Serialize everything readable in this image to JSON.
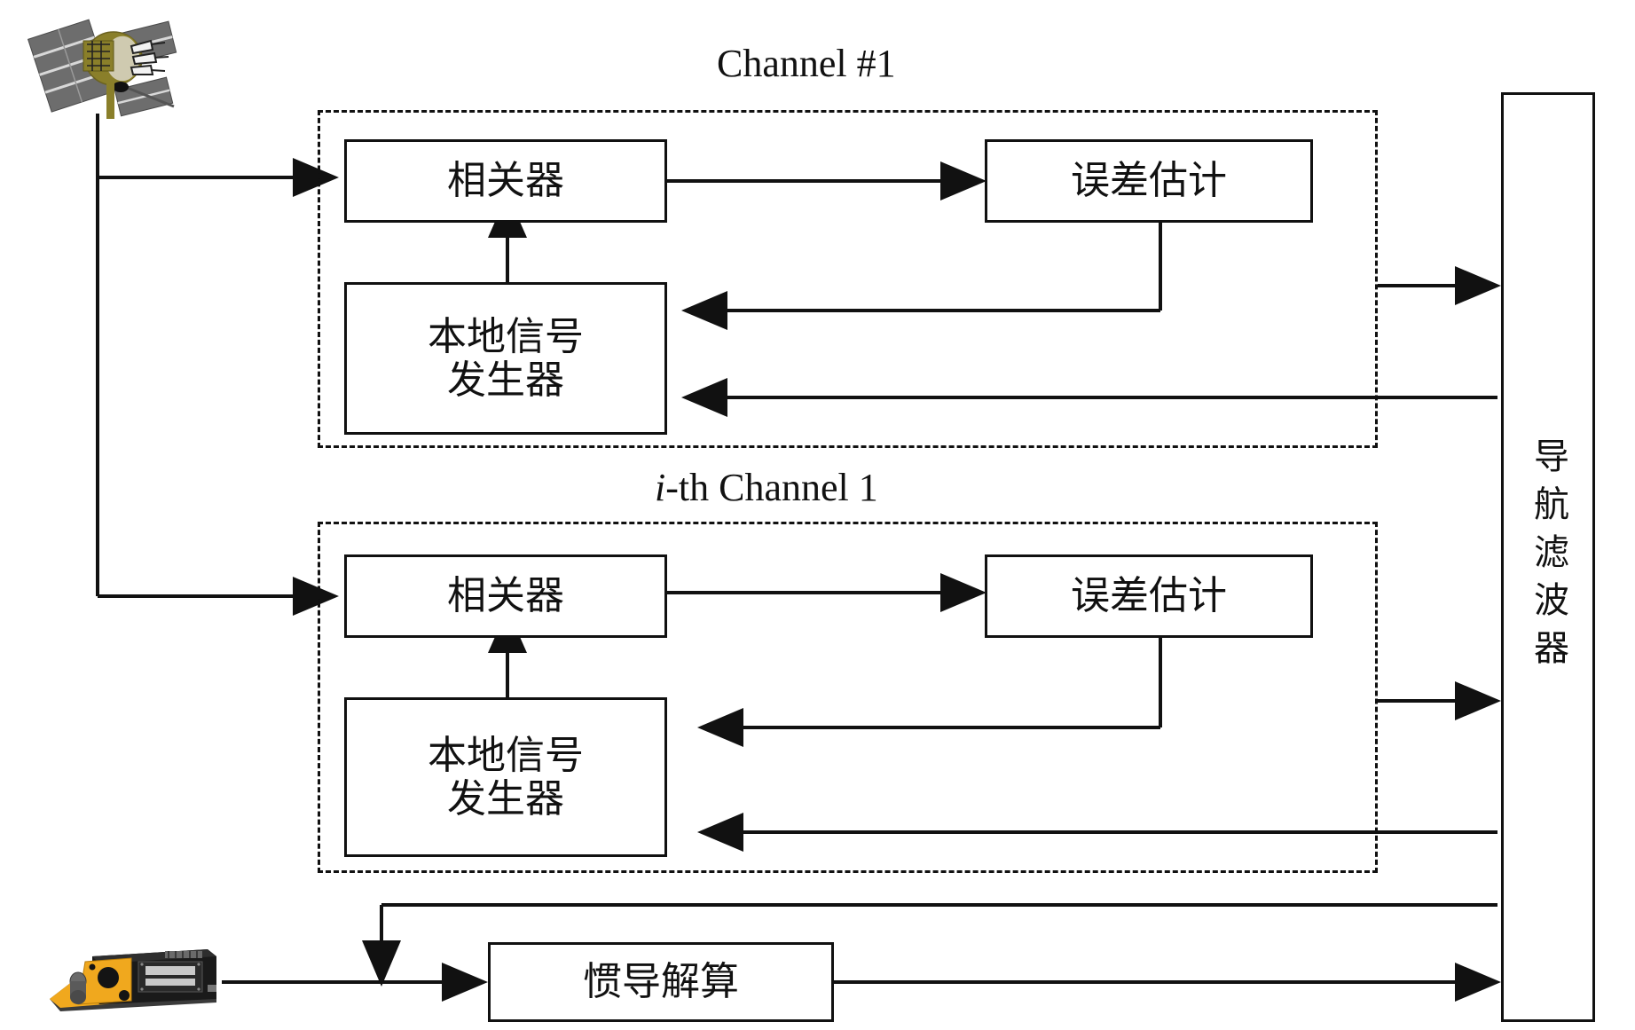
{
  "diagram": {
    "title_channel_1": "Channel #1",
    "title_channel_i_prefix": "i",
    "title_channel_i_rest": "-th Channel 1",
    "blocks": {
      "correlator": "相关器",
      "error_estimation": "误差估计",
      "local_signal_gen_line1": "本地信号",
      "local_signal_gen_line2": "发生器",
      "navigation_filter": "导航滤波器",
      "ins_mechanization": "惯导解算"
    },
    "icons": {
      "satellite": "satellite-icon",
      "imu": "imu-icon"
    },
    "colors": {
      "stroke": "#111111",
      "background": "#ffffff",
      "satellite_panel": "#6d6d6d",
      "satellite_body": "#8a7f2a",
      "imu_body": "#1a1a1a",
      "imu_bracket": "#f0a81e"
    }
  }
}
